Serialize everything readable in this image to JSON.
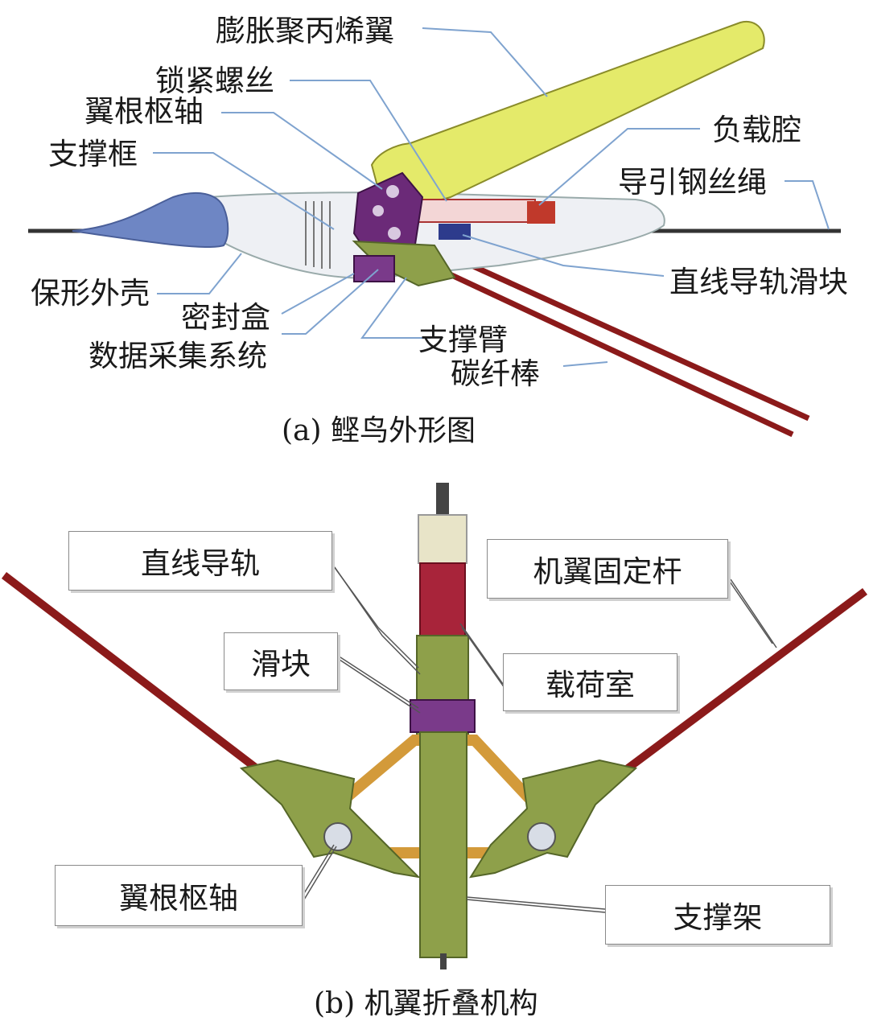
{
  "panel_a": {
    "labels": {
      "wing": "膨胀聚丙烯翼",
      "lock_screw": "锁紧螺丝",
      "wing_root_pivot": "翼根枢轴",
      "support_frame": "支撑框",
      "payload_cavity": "负载腔",
      "guide_wire": "导引钢丝绳",
      "shell": "保形外壳",
      "linear_slider": "直线导轨滑块",
      "seal_box": "密封盒",
      "daq": "数据采集系统",
      "support_arm": "支撑臂",
      "carbon_rod": "碳纤棒"
    },
    "caption": "(a) 鲣鸟外形图"
  },
  "panel_b": {
    "labels": {
      "linear_rail": "直线导轨",
      "wing_fix_rod": "机翼固定杆",
      "slider": "滑块",
      "payload_room": "载荷室",
      "wing_root_pivot": "翼根枢轴",
      "support_frame": "支撑架"
    },
    "caption": "(b) 机翼折叠机构"
  },
  "colors": {
    "wing": "#e4ea6a",
    "shell": "#eef0f4",
    "nose": "#6e86c4",
    "purple": "#6b2a78",
    "olive": "#8ea04a",
    "rod": "#8b1a1a",
    "orange": "#d39a3a",
    "leader": "#7fa3cf"
  }
}
